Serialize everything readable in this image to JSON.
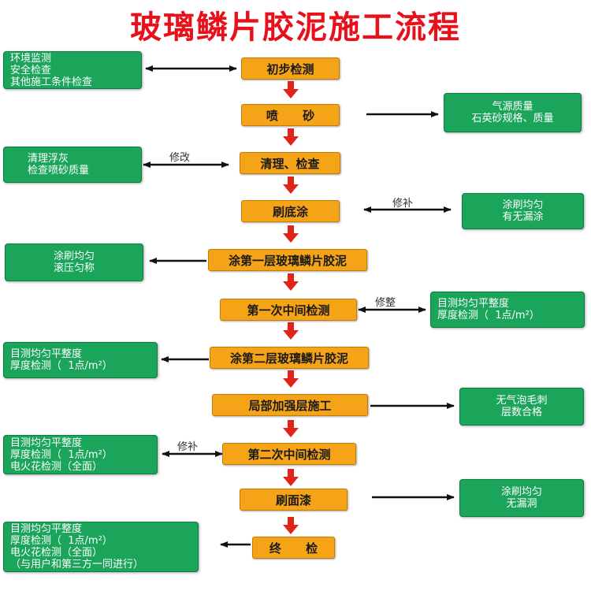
{
  "title": "玻璃鳞片胶泥施工流程",
  "colors": {
    "title": "#e8101a",
    "step": "#f5a317",
    "box": "#1aa55a",
    "down_arrow": "#e2231a",
    "side_arrow": "#111111"
  },
  "steps": [
    "初步检测",
    "喷      砂",
    "清理、检查",
    "刷底涂",
    "涂第一层玻璃鳞片胶泥",
    "第一次中间检测",
    "涂第二层玻璃鳞片胶泥",
    "局部加强层施工",
    "第二次中间检测",
    "刷面漆",
    "终      检"
  ],
  "notes": {
    "initial": [
      "环境监测",
      "安全检查",
      "其他施工条件检查"
    ],
    "sandblast": [
      "气源质量",
      "石英砂规格、质量"
    ],
    "clean": [
      "清理浮灰",
      "检查喷砂质量"
    ],
    "primer": [
      "涂刷均匀",
      "有无漏涂"
    ],
    "layer1": [
      "涂刷均匀",
      "滚压匀称"
    ],
    "mid1": [
      "目测均匀平整度",
      "厚度检测（  1点/m²）"
    ],
    "layer2": [
      "目测均匀平整度",
      "厚度检测（  1点/m²）"
    ],
    "reinforce": [
      "无气泡毛刺",
      "层数合格"
    ],
    "mid2": [
      "目测均匀平整度",
      "厚度检测（  1点/m²）",
      "电火花检测（全面）"
    ],
    "topcoat": [
      "涂刷均匀",
      "无漏洞"
    ],
    "final": [
      "目测均匀平整度",
      "厚度检测（  1点/m²）",
      "电火花检测（全面）",
      "（与用户和第三方一同进行）"
    ]
  },
  "labels": {
    "clean": "修改",
    "primer": "修补",
    "mid1": "修整",
    "mid2": "修补"
  }
}
